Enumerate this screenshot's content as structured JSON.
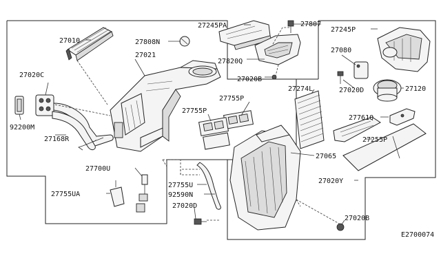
{
  "labels": {
    "p27010": "27010",
    "p27020C": "27020C",
    "p92200M": "92200M",
    "p27168R": "27168R",
    "p27808N": "27808N",
    "p27021": "27021",
    "p27245PA": "27245PA",
    "p27807": "27807",
    "p27820Q": "27820Q",
    "p27020B_top": "27020B",
    "p27245P": "27245P",
    "p27080": "27080",
    "p27020D_right": "27020D",
    "p27120": "27120",
    "p27274L": "27274L",
    "p27755P_a": "27755P",
    "p27755P_b": "27755P",
    "p27761Q": "27761Q",
    "p27255P": "27255P",
    "p27065": "27065",
    "p27020Y": "27020Y",
    "p27700U": "27700U",
    "p27755U": "27755U",
    "p92590N": "92590N",
    "p27755UA": "27755UA",
    "p27020D_bottom": "27020D",
    "p27020B_bottom": "27020B",
    "diagram_code": "E2700074"
  }
}
